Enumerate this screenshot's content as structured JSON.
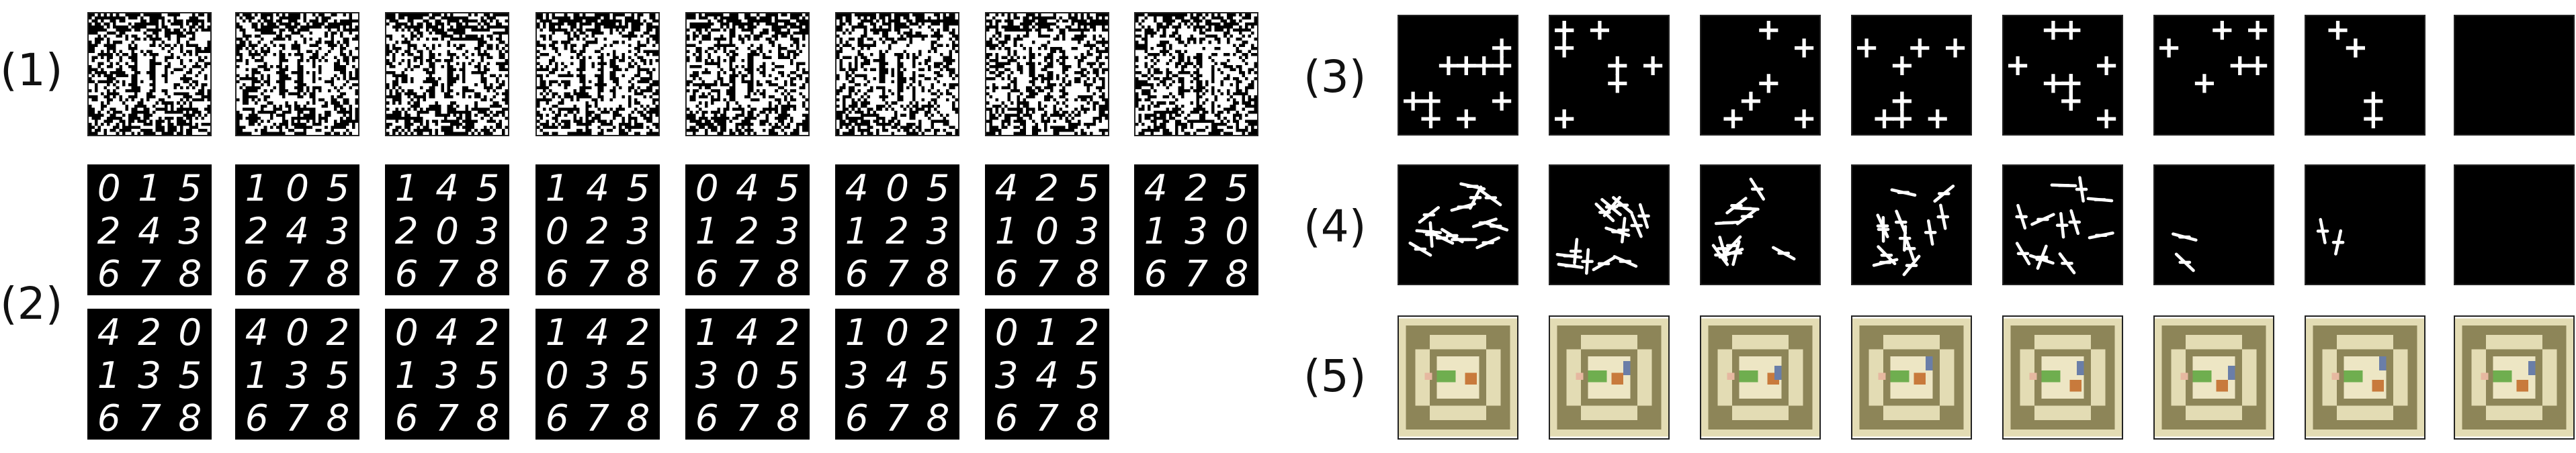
{
  "figure": {
    "panel_labels": [
      "(1)",
      "(2)",
      "(3)",
      "(4)",
      "(5)"
    ]
  },
  "panel2": {
    "top_row": [
      "015243678",
      "105243678",
      "145203678",
      "145023678",
      "045123678",
      "405123678",
      "425103678",
      "425130678"
    ],
    "bottom_row": [
      "420135678",
      "402135678",
      "042135678",
      "142035678",
      "142305678",
      "102345678",
      "012345678"
    ]
  },
  "colors": {
    "frame": "#222222",
    "mnist_background": "#000000",
    "glyph": "#ffffff",
    "maze_floor": "#e3dcb4",
    "maze_wall": "#8d8558",
    "maze_green": "#6fae4f",
    "maze_orange": "#c87a3c",
    "maze_blue": "#6a7ea8"
  }
}
